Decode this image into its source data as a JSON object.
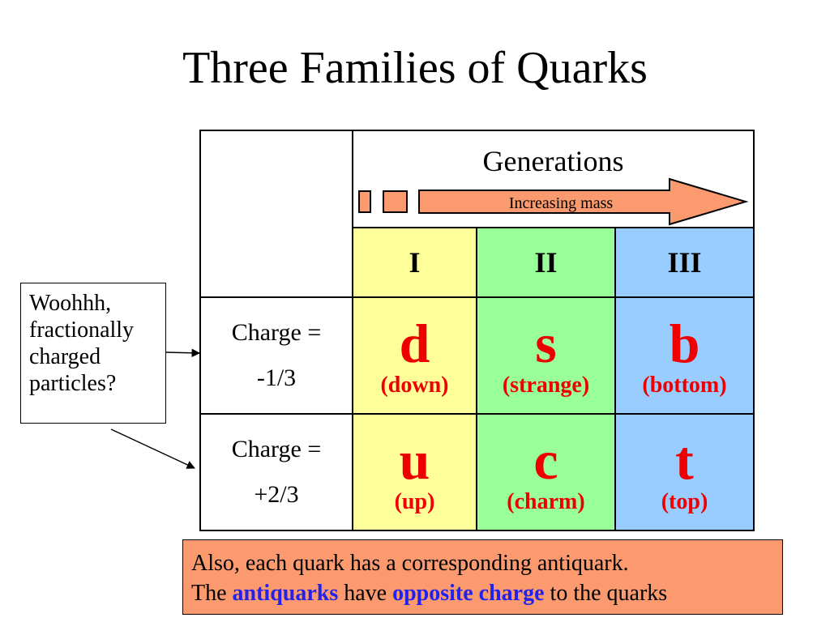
{
  "slide": {
    "title": "Three Families of Quarks"
  },
  "table": {
    "generations_label": "Generations",
    "mass_label": "Increasing mass",
    "generations": [
      "I",
      "II",
      "III"
    ],
    "rows": [
      {
        "charge_label": "Charge =",
        "charge_value": "-1/3",
        "quarks": [
          {
            "symbol": "d",
            "name": "(down)"
          },
          {
            "symbol": "s",
            "name": "(strange)"
          },
          {
            "symbol": "b",
            "name": "(bottom)"
          }
        ]
      },
      {
        "charge_label": "Charge =",
        "charge_value": "+2/3",
        "quarks": [
          {
            "symbol": "u",
            "name": "(up)"
          },
          {
            "symbol": "c",
            "name": "(charm)"
          },
          {
            "symbol": "t",
            "name": "(top)"
          }
        ]
      }
    ],
    "colors": {
      "generation_I": "#ffff99",
      "generation_II": "#99ff99",
      "generation_III": "#99ccff",
      "quark_text": "#ee0000",
      "arrow_fill": "#fa9a6e"
    }
  },
  "callout": {
    "lines": [
      "Woohhh,",
      "fractionally",
      "charged",
      "particles?"
    ]
  },
  "note": {
    "line1": "Also, each quark has a corresponding antiquark.",
    "line2_prefix": "The",
    "line2_highlight1": "antiquarks",
    "line2_middle": "have",
    "line2_highlight2": "opposite charge",
    "line2_suffix": "to the quarks",
    "background": "#fa9a6e",
    "highlight_color": "#2222ee"
  }
}
